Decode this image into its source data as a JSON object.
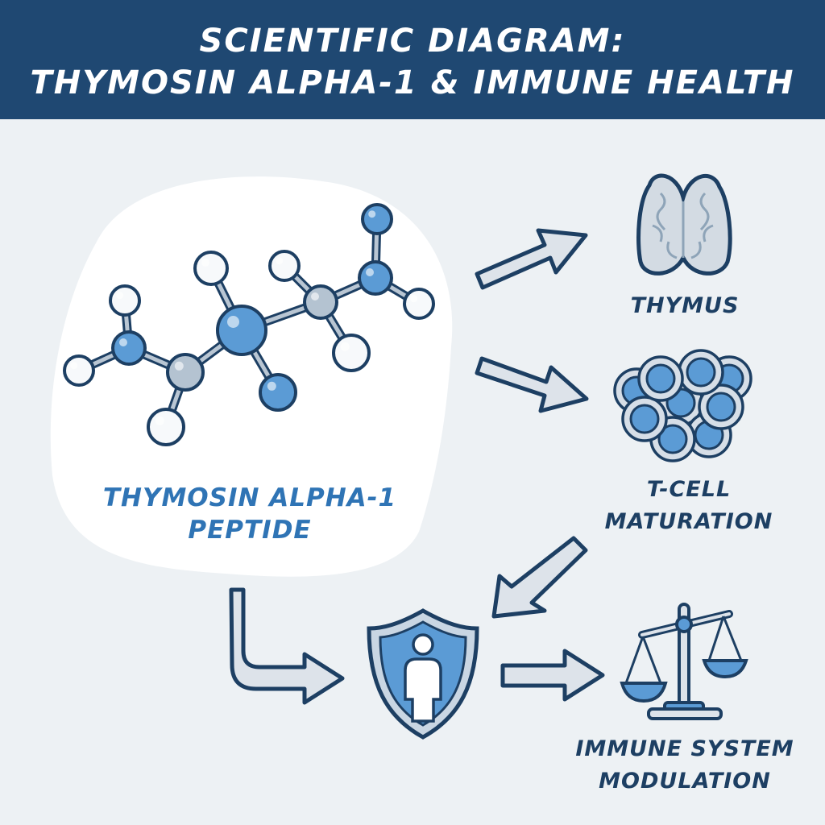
{
  "header": {
    "line1": "SCIENTIFIC DIAGRAM:",
    "line2": "THYMOSIN ALPHA-1 & IMMUNE HEALTH"
  },
  "peptide": {
    "line1": "THYMOSIN ALPHA-1",
    "line2": "PEPTIDE"
  },
  "thymus": {
    "label": "THYMUS"
  },
  "tcell": {
    "line1": "T-CELL",
    "line2": "MATURATION"
  },
  "immune": {
    "line1": "IMMUNE SYSTEM",
    "line2": "MODULATION"
  },
  "colors": {
    "header": "#1f4872",
    "outline": "#1d3f63",
    "accent": "#2f74b5",
    "atom_blue": "#5b9bd5",
    "arrow_fill": "#dde3ea"
  }
}
